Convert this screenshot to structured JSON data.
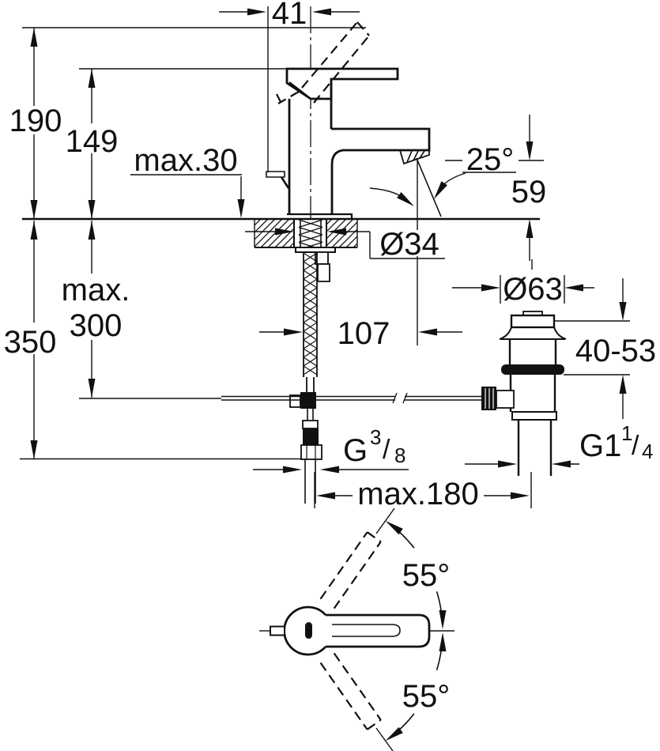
{
  "drawing": {
    "labels": {
      "lever_width": "41",
      "total_height": "190",
      "spout_height": "149",
      "deck_thickness": "max.30",
      "spout_angle": "25°",
      "outlet_height": "59",
      "hole_diameter": "Ø34",
      "spout_reach": "107",
      "below_max_word": "max.",
      "below_max_value": "300",
      "below_total": "350",
      "waste_diameter": "Ø63",
      "waste_height_range": "40-53",
      "supply_thread_prefix": "G",
      "supply_thread_numerator": "3",
      "supply_thread_slash": "/",
      "supply_thread_denominator": "8",
      "waste_thread_prefix": "G1",
      "waste_thread_numerator": "1",
      "waste_thread_slash": "/",
      "waste_thread_denominator": "4",
      "hose_reach": "max.180",
      "swing_angle_upper": "55°",
      "swing_angle_lower": "55°"
    }
  }
}
